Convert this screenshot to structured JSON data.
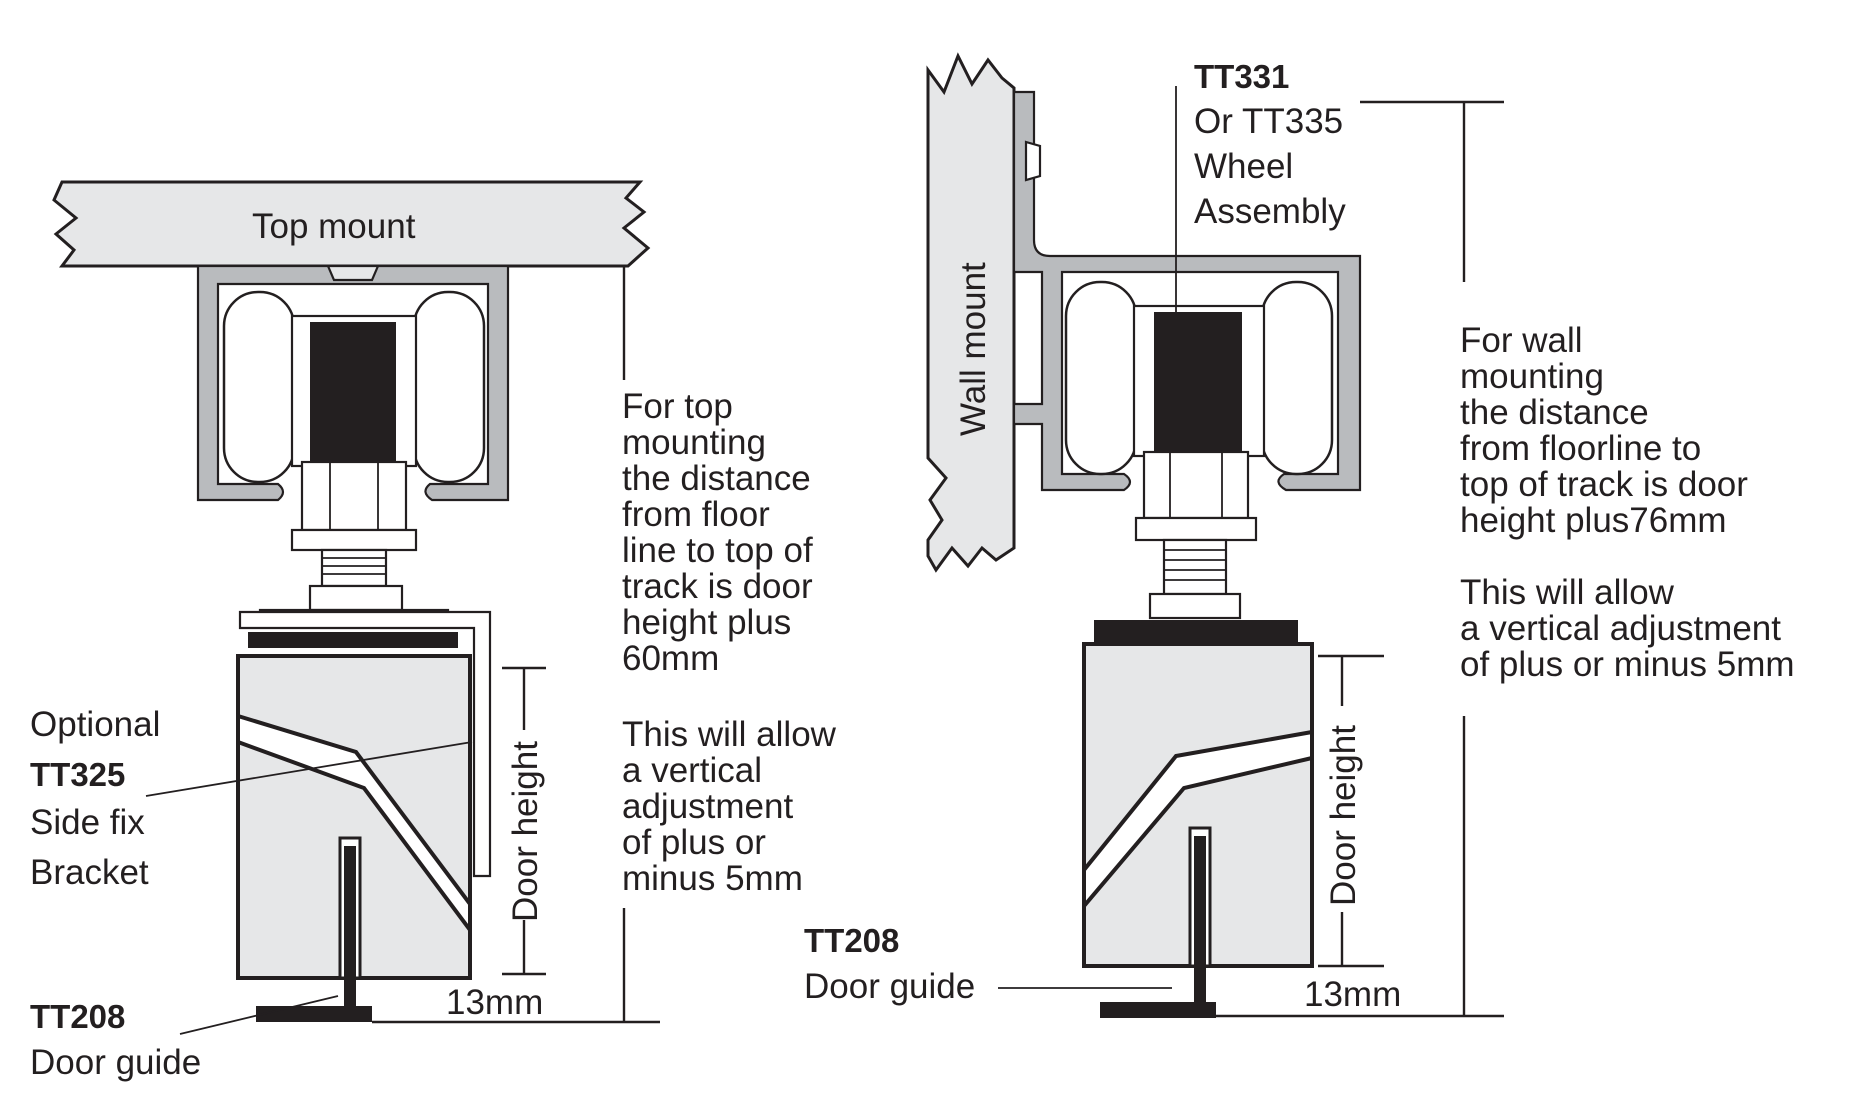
{
  "left": {
    "mount_label": "Top mount",
    "note1_lines": [
      "For top",
      "mounting",
      "the distance",
      "from floor",
      "line to top of",
      "track is door",
      "height plus",
      "60mm"
    ],
    "note2_lines": [
      "This will allow",
      "a vertical",
      "adjustment",
      "of plus or",
      "minus 5mm"
    ],
    "bracket_label": {
      "line1": "Optional",
      "code": "TT325",
      "line3": "Side fix",
      "line4": "Bracket"
    },
    "door_height": "Door height",
    "gap": "13mm",
    "guide": {
      "code": "TT208",
      "label": "Door guide"
    }
  },
  "right": {
    "mount_label": "Wall mount",
    "assembly": {
      "code": "TT331",
      "line2": "Or TT335",
      "line3": "Wheel",
      "line4": "Assembly"
    },
    "note1_lines": [
      "For wall",
      "mounting",
      "the distance",
      "from floorline to",
      "top of track is door",
      "height plus76mm"
    ],
    "note2_lines": [
      "This will allow",
      "a vertical adjustment",
      "of plus or minus 5mm"
    ],
    "door_height": "Door height",
    "gap": "13mm",
    "guide": {
      "code": "TT208",
      "label": "Door guide"
    }
  }
}
